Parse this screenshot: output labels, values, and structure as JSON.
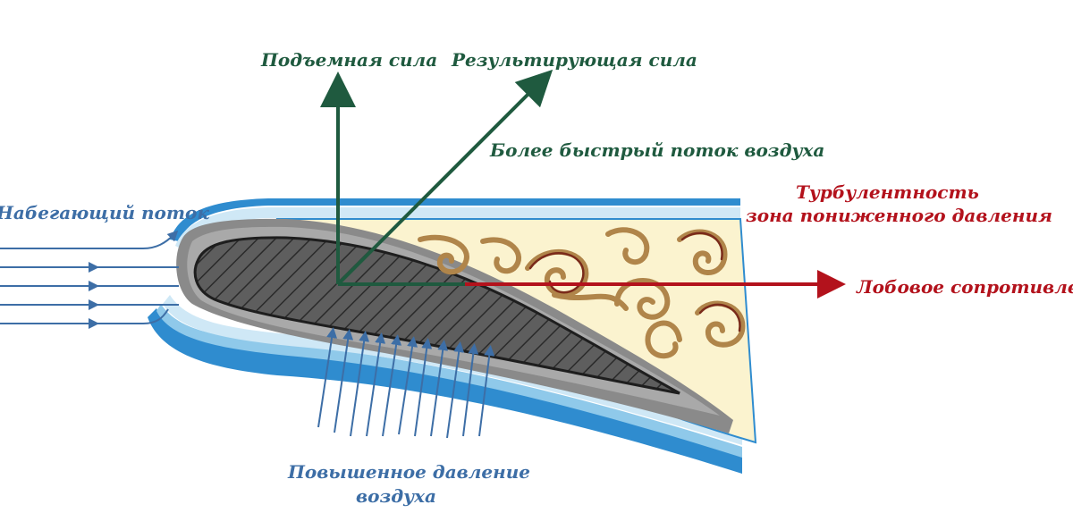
{
  "labels": {
    "lift": "Подъемная сила",
    "resultant": "Результирующая сила",
    "fast_flow": "Более быстрый поток воздуха",
    "oncoming_flow": "Набегающий поток",
    "turbulence_line1": "Турбулентность",
    "turbulence_line2": "зона пониженного давления",
    "drag": "Лобовое сопротивление",
    "high_pressure_line1": "Повышенное давление",
    "high_pressure_line2": "воздуха"
  },
  "colors": {
    "force_arrow": "#1f5a3f",
    "drag_arrow": "#b3121c",
    "airflow": "#3d6ea6",
    "turbulence_swirl": "#b0854a",
    "wake_zone": "#fbf3cf",
    "airfoil_fill": "#6d6d6d"
  },
  "icons": [
    "lift-arrow",
    "resultant-arrow",
    "drag-arrow",
    "incoming-flow-arrows",
    "pressure-arrows",
    "turbulence-swirls"
  ]
}
